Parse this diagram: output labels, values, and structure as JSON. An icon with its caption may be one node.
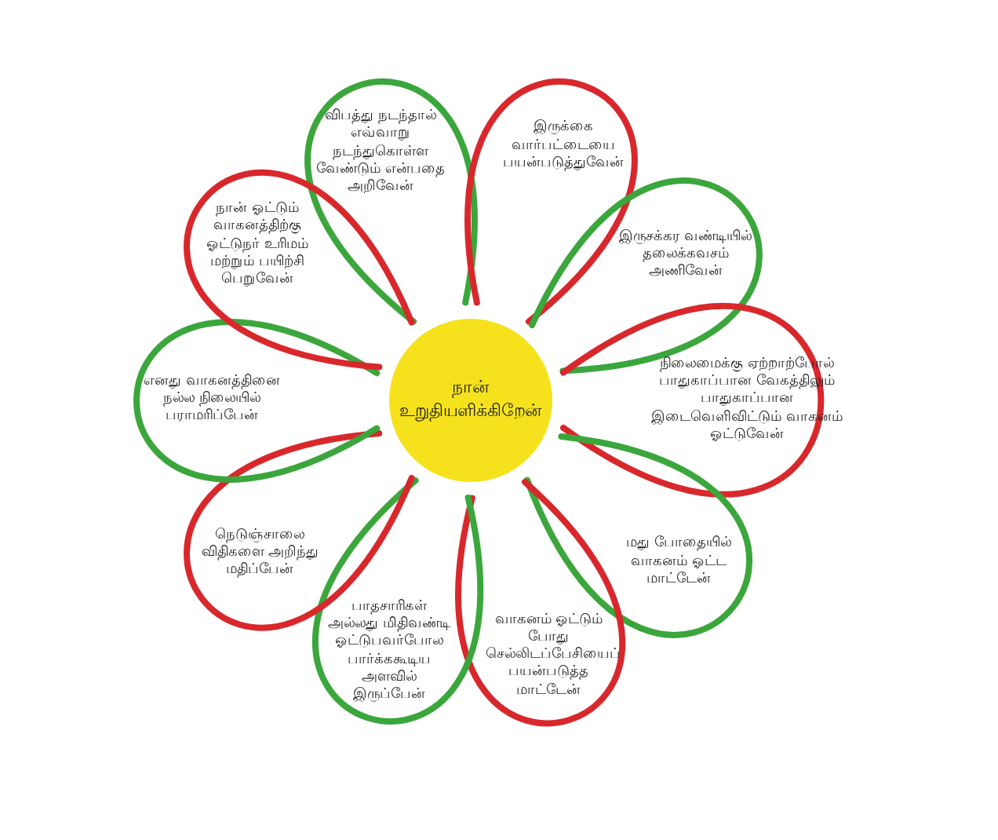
{
  "diagram": {
    "nodes": [
      {
        "text": [
          "நான் உறுதியளிக்கிறேன்"
        ]
      },
      {
        "text": [
          "விபத்து நடந்தால் எவ்வாறு நடந்துகொள்ள வேண்டும் என்பதை அறிவேன்"
        ]
      },
      {
        "text": [
          "இருக்கை வார்பட்டையை பயன்படுத்துவேன்"
        ]
      },
      {
        "text": [
          "இருசக்கர வண்டியில் தலைக்கவசம் அணிவேன்"
        ]
      },
      {
        "text": [
          "நிலைமைக்கு ஏற்றாற்போல் பாதுகாப்பான வேகத்திலும் பாதுகாப்பான இடைவெளிவிட்டும் வாகனம் ஓட்டுவேன்"
        ]
      },
      {
        "text": [
          "மது போதையில் வாகனம் ஓட்ட மாட்டேன்"
        ]
      },
      {
        "text": [
          "வாகனம் ஓட்டும் போது செல்லிடப்பேசியைப் பயன்படுத்த மாட்டேன்"
        ]
      },
      {
        "text": [
          "பாதசாரிகள் அல்லது மிதிவண்டி ஓட்டுபவர்போல பார்க்ககூடிய அளவில் இருப்பேன்"
        ]
      },
      {
        "text": [
          "நெடுஞ்சாலை விதிகளை அறிந்து மதிப்பேன்"
        ]
      },
      {
        "text": [
          "எனது வாகனத்தினை நல்ல நிலையில் பராமரிப்பேன்"
        ]
      },
      {
        "text": [
          "நான் ஓட்டும் வாகனத்திற்கு ஓட்டுநர் உரிமம் மற்றும் பயிற்சி பெறுவேன்"
        ]
      }
    ]
  }
}
